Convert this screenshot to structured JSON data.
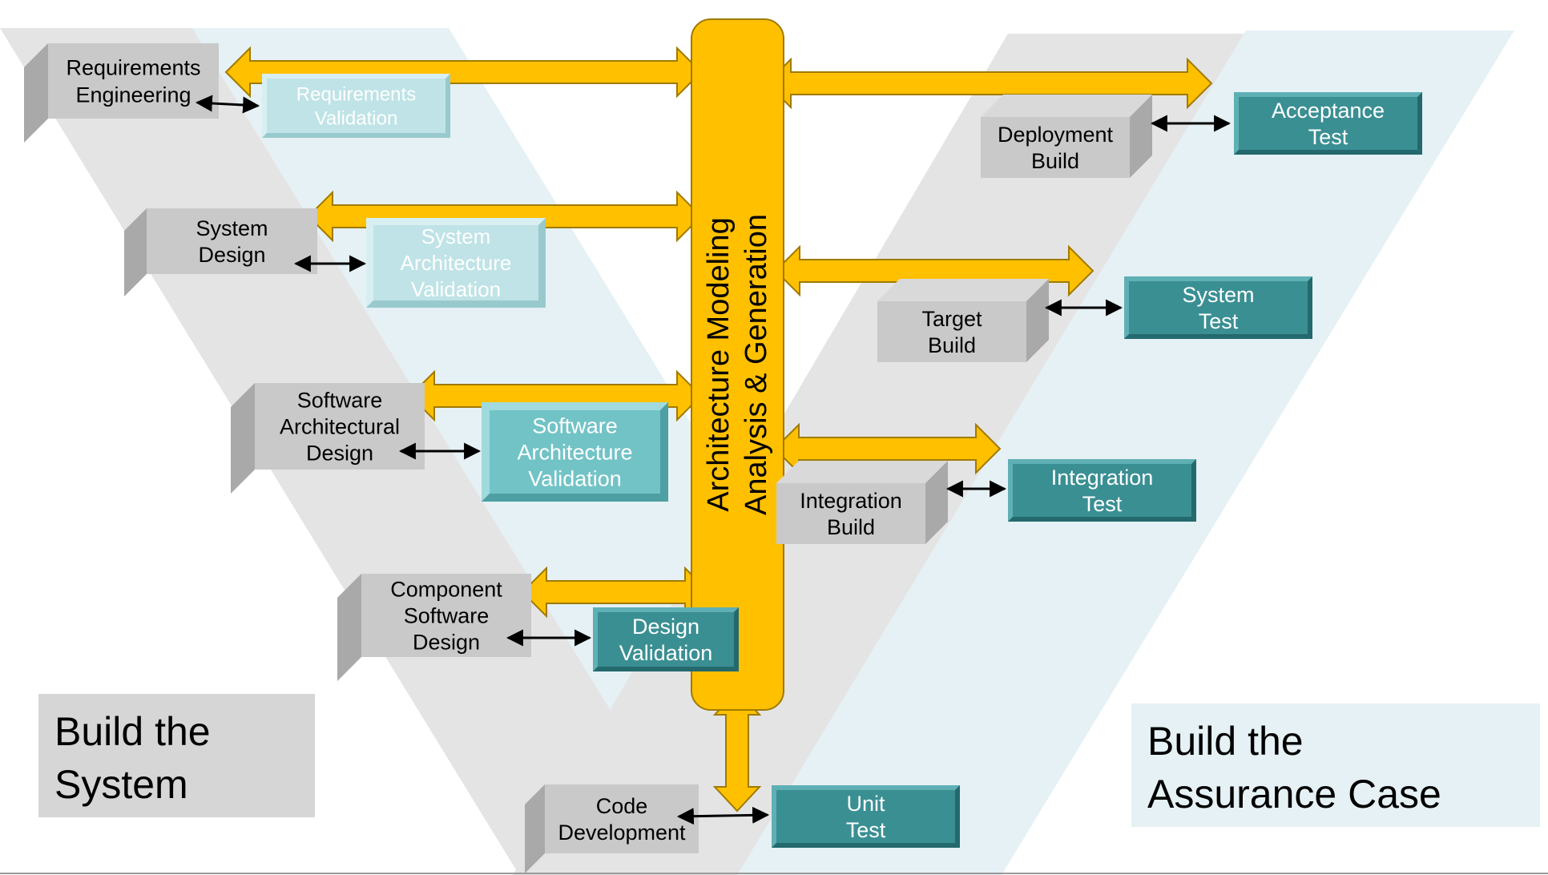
{
  "colors": {
    "band_grey": "#e4e4e4",
    "band_light": "#e5f1f4",
    "block_front": "#c9c9c9",
    "block_top": "#d9d9d9",
    "block_side": "#a9a9a9",
    "pale_teal": "#bfe3e6",
    "mid_teal": "#72c3c6",
    "dark_teal": "#3a8f93",
    "arrow_yellow": "#ffc000",
    "arrow_outline": "#a07a00",
    "text_dark": "#000000",
    "text_light": "#ffffff"
  },
  "left_blocks": [
    {
      "id": "req-eng",
      "lines": [
        "Requirements",
        "Engineering"
      ]
    },
    {
      "id": "sys-design",
      "lines": [
        "System",
        "Design"
      ]
    },
    {
      "id": "sw-arch-design",
      "lines": [
        "Software",
        "Architectural",
        "Design"
      ]
    },
    {
      "id": "comp-sw-design",
      "lines": [
        "Component",
        "Software",
        "Design"
      ]
    },
    {
      "id": "code-dev",
      "lines": [
        "Code",
        "Development"
      ]
    }
  ],
  "validation_blocks": [
    {
      "id": "req-val",
      "lines": [
        "Requirements",
        "Validation"
      ]
    },
    {
      "id": "sys-arch-val",
      "lines": [
        "System",
        "Architecture",
        "Validation"
      ]
    },
    {
      "id": "sw-arch-val",
      "lines": [
        "Software",
        "Architecture",
        "Validation"
      ]
    },
    {
      "id": "design-val",
      "lines": [
        "Design",
        "Validation"
      ]
    }
  ],
  "build_blocks": [
    {
      "id": "deploy-build",
      "lines": [
        "Deployment",
        "Build"
      ]
    },
    {
      "id": "target-build",
      "lines": [
        "Target",
        "Build"
      ]
    },
    {
      "id": "integ-build",
      "lines": [
        "Integration",
        "Build"
      ]
    }
  ],
  "test_blocks": [
    {
      "id": "acceptance-test",
      "lines": [
        "Acceptance",
        "Test"
      ]
    },
    {
      "id": "system-test",
      "lines": [
        "System",
        "Test"
      ]
    },
    {
      "id": "integration-test",
      "lines": [
        "Integration",
        "Test"
      ]
    },
    {
      "id": "unit-test",
      "lines": [
        "Unit",
        "Test"
      ]
    }
  ],
  "center_column": {
    "line1": "Architecture Modeling",
    "line2": "Analysis & Generation"
  },
  "corner_left": {
    "line1": "Build the",
    "line2": "System"
  },
  "corner_right": {
    "line1": "Build the",
    "line2": "Assurance Case"
  }
}
